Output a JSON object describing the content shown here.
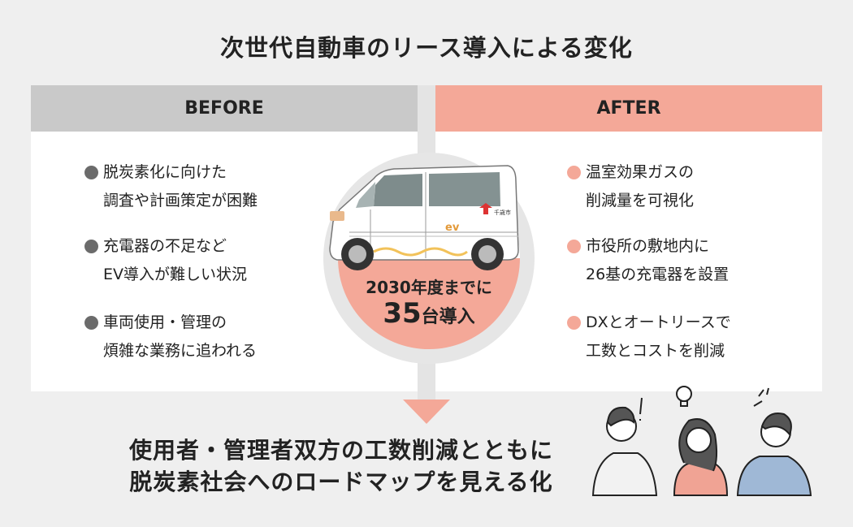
{
  "title": "次世代自動車のリース導入による変化",
  "before": {
    "label": "BEFORE",
    "items": [
      [
        "脱炭素化に向けた",
        "調査や計画策定が困難"
      ],
      [
        "充電器の不足など",
        "EV導入が難しい状況"
      ],
      [
        "車両使用・管理の",
        "煩雑な業務に追われる"
      ]
    ]
  },
  "after": {
    "label": "AFTER",
    "items": [
      [
        "温室効果ガスの",
        "削減量を可視化"
      ],
      [
        "市役所の敷地内に",
        "26基の充電器を設置"
      ],
      [
        "DXとオートリースで",
        "工数とコストを削減"
      ]
    ]
  },
  "center": {
    "line1": "2030年度までに",
    "number": "35",
    "unit": "台導入",
    "car_logo": "ev",
    "city_mark": "千歳市"
  },
  "conclusion": {
    "line1": "使用者・管理者双方の工数削減とともに",
    "line2": "脱炭素社会へのロードマップを見える化"
  },
  "colors": {
    "accent": "#f4a898",
    "before_header": "#c9c9c9",
    "bullet_gray": "#6b6b6b"
  }
}
